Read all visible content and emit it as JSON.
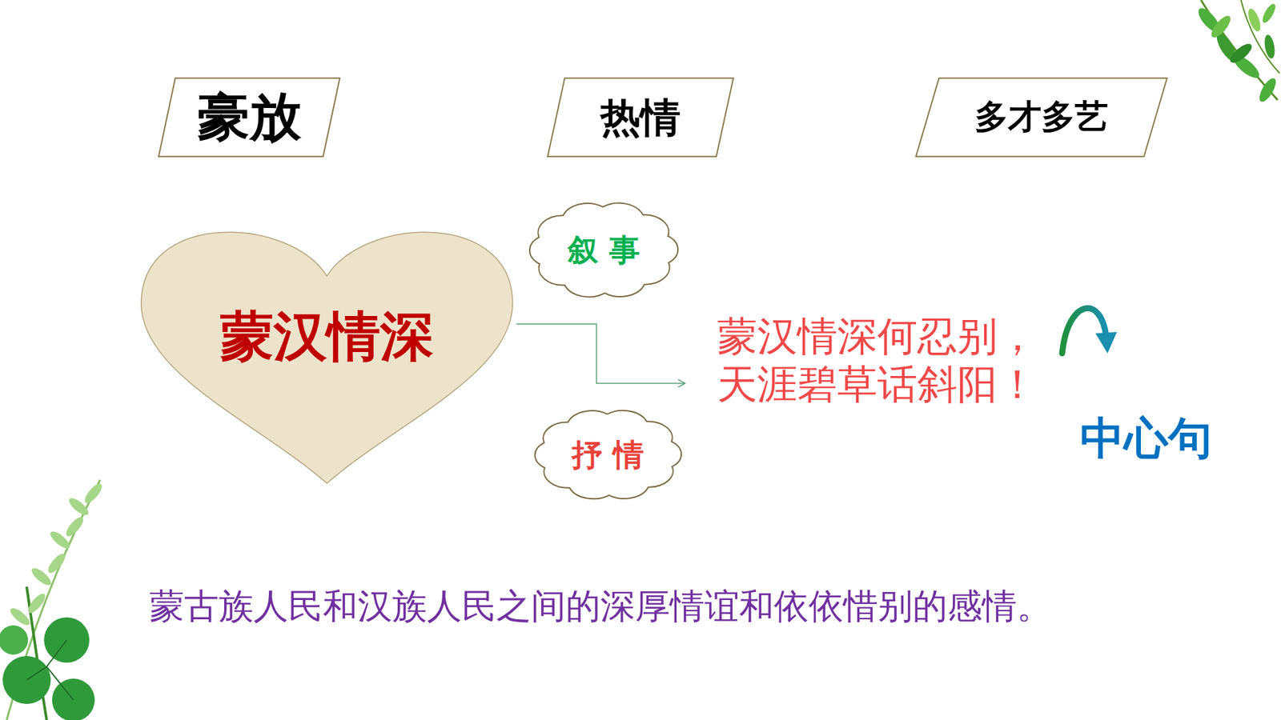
{
  "diagram": {
    "nodes": [
      {
        "text": [
          "豪放"
        ]
      },
      {
        "text": [
          "热情"
        ]
      },
      {
        "text": [
          "多才多艺"
        ]
      },
      {
        "text": [
          "蒙汉情深"
        ]
      },
      {
        "text": [
          "叙事"
        ]
      },
      {
        "text": [
          "抒情"
        ]
      }
    ],
    "labels": [
      "蒙汉情深何忍别，天涯碧草话斜阳！",
      "中心句",
      "蒙古族人民和汉族人民之间的深厚情谊和依依惜别的感情。"
    ]
  }
}
